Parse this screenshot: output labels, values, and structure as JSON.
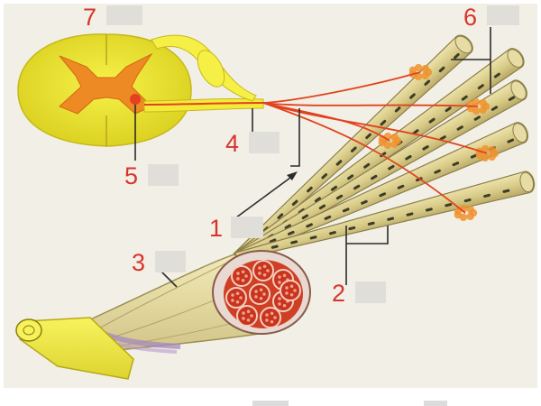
{
  "diagram": {
    "labels": {
      "one": "1",
      "two": "2",
      "three": "3",
      "four": "4",
      "five": "5",
      "six": "6",
      "seven": "7"
    }
  },
  "colors": {
    "background": "#f2f0e6",
    "spinal_cord": "#f1ec2c",
    "grey_matter": "#f08a22",
    "fiber": "#d8cd8d",
    "nerve": "#e2421e",
    "label": "#d8342c",
    "tendon": "#f2ec48",
    "end_plate": "#f0922e"
  }
}
